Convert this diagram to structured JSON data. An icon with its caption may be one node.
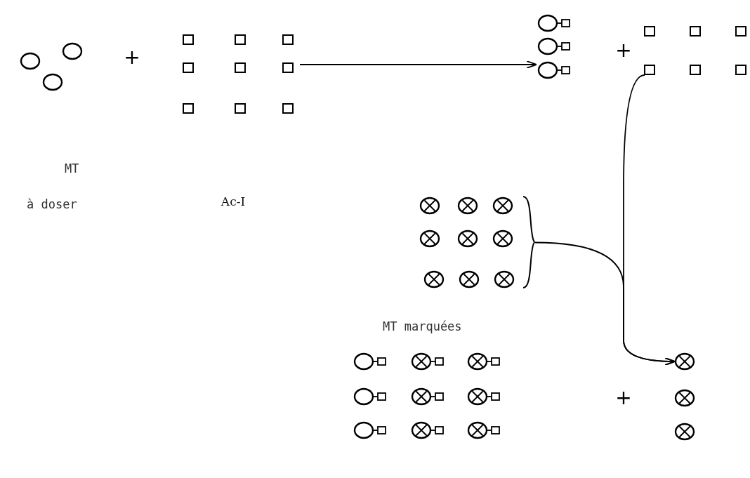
{
  "diagram": {
    "nodes": [
      {
        "text": [],
        "shape": "circle",
        "beside": [
          "MT",
          "à doser"
        ]
      },
      {
        "text": [],
        "shape": "box"
      },
      {
        "text": [],
        "shape": "circle"
      },
      {
        "text": [],
        "shape": "box"
      },
      {
        "text": [],
        "shape": "circle",
        "beside": [
          "MT marquées"
        ]
      },
      {
        "text": [],
        "shape": "circle"
      },
      {
        "text": [],
        "shape": "circle"
      }
    ],
    "edges": [
      {
        "from": 1,
        "to": 2,
        "arrow": "to"
      },
      {
        "from": 3,
        "to": 6,
        "arrow": "to"
      },
      {
        "from": 4,
        "to": 6,
        "arrow": "to"
      }
    ],
    "labels": [
      "+",
      "Ac-I",
      "+",
      "+"
    ]
  }
}
